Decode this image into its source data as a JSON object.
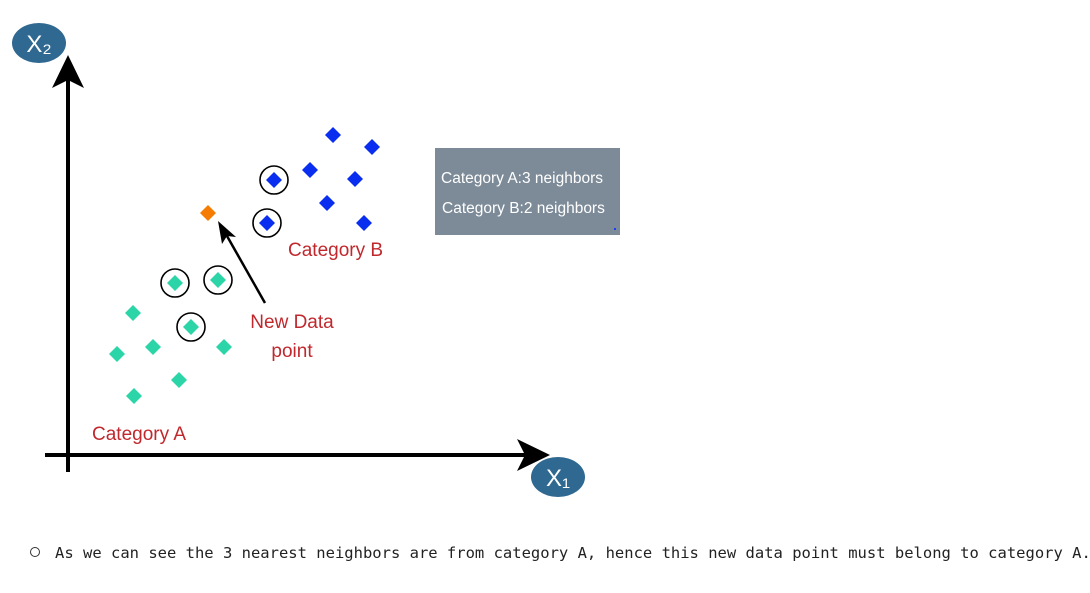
{
  "axes": {
    "y_label": "X₂",
    "x_label": "X₁"
  },
  "categories": [
    {
      "name": "Category A",
      "color": "#2bd5a8"
    },
    {
      "name": "Category B",
      "color": "#0a2ef0"
    }
  ],
  "new_point": {
    "label_line1": "New Data",
    "label_line2": "point",
    "color": "#f57c00"
  },
  "info_box": {
    "line1": "Category A:3 neighbors",
    "line2": "Category B:2 neighbors",
    "background": "#7d8b99"
  },
  "caption": "As we can see the 3 nearest neighbors are from category A, hence this new data point must belong to category A."
}
